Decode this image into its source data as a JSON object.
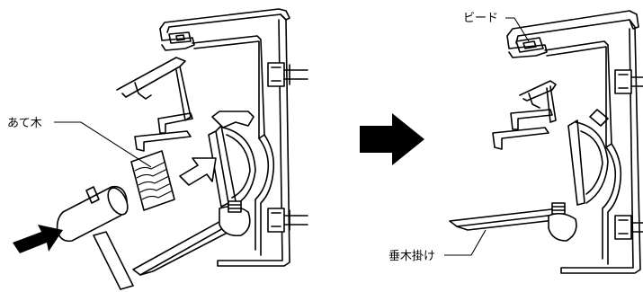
{
  "labels": {
    "wood_block": "あて木",
    "bead": "ビード",
    "mullion_hook": "垂木掛け"
  }
}
